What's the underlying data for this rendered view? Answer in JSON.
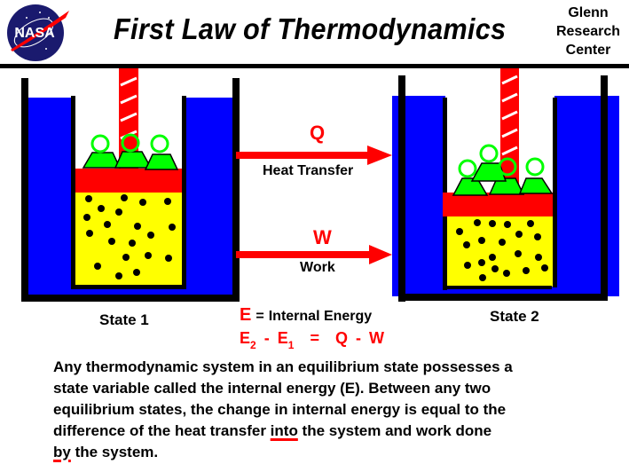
{
  "header": {
    "logo": "NASA",
    "title": "First Law of Thermodynamics",
    "org_lines": [
      "Glenn",
      "Research",
      "Center"
    ]
  },
  "diagram": {
    "state1": {
      "label": "State 1"
    },
    "state2": {
      "label": "State 2"
    },
    "heat": {
      "symbol": "Q",
      "label": "Heat Transfer"
    },
    "work": {
      "symbol": "W",
      "label": "Work"
    },
    "colors": {
      "water": "#0000ff",
      "gas": "#ffff00",
      "piston": "#ff0000",
      "weights": "#00ff00",
      "arrow": "#ff0000",
      "rod_stripe": "#ffffff"
    }
  },
  "equations": {
    "definition": {
      "symbol": "E",
      "equals": "=",
      "text": "Internal Energy"
    },
    "first_law": {
      "e2": "E",
      "e2_sub": "2",
      "minus1": "-",
      "e1": "E",
      "e1_sub": "1",
      "equals": "=",
      "q": "Q",
      "minus2": "-",
      "w": "W"
    }
  },
  "description": {
    "line1": "Any thermodynamic system in an equilibrium state possesses a",
    "line2": "state variable called the internal energy (E).  Between any two",
    "line3": "equilibrium states, the change in internal energy is equal to the",
    "line4_pre": "difference of the heat transfer ",
    "line4_ul": "into",
    "line4_post": " the system and work done",
    "line5_ul": "by",
    "line5_post": " the system."
  }
}
